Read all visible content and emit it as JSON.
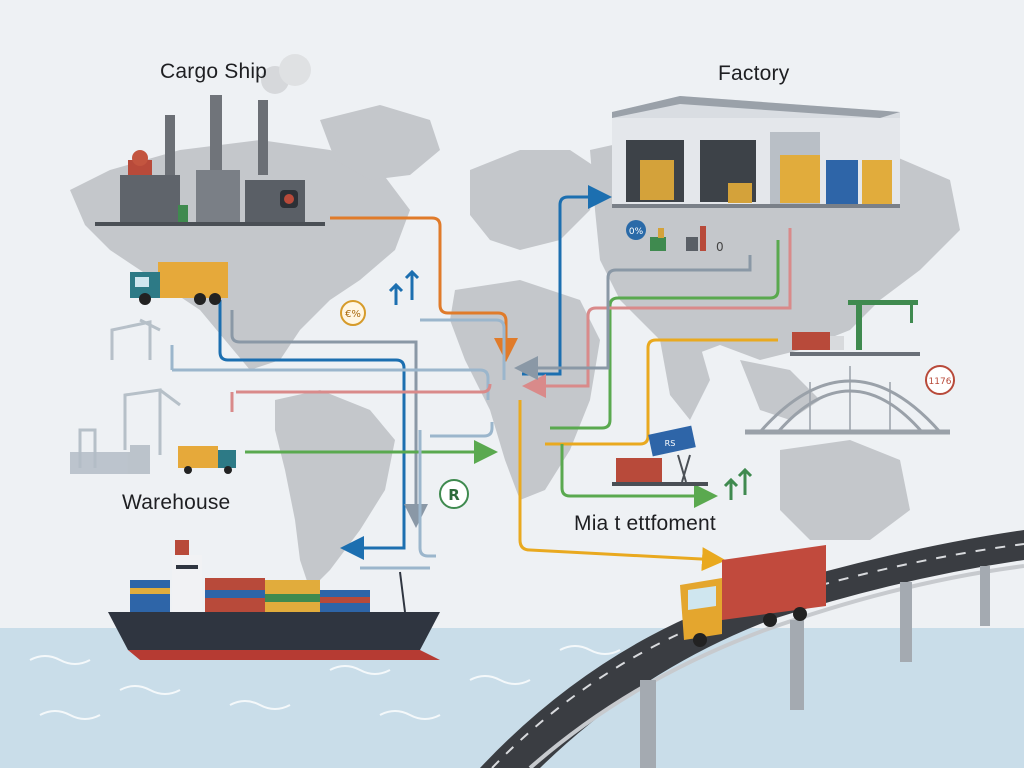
{
  "labels": {
    "cargo_ship": "Cargo Ship",
    "factory": "Factory",
    "warehouse": "Warehouse",
    "settlement": "Mia t ettfoment"
  },
  "badges": {
    "percent": "€%",
    "zero_percent": "0%",
    "zero": "0",
    "cost": "1176",
    "r_badge": "R",
    "container_text": "RS"
  },
  "colors": {
    "orange_route": "#e07b2a",
    "blue_route": "#1c6fb0",
    "green_route": "#5aa94f",
    "red_route": "#d98a8a",
    "yellow_route": "#e9a91f",
    "light_route": "#9bb6cc",
    "land": "#c4c7cb",
    "sea": "#c9dde9"
  }
}
